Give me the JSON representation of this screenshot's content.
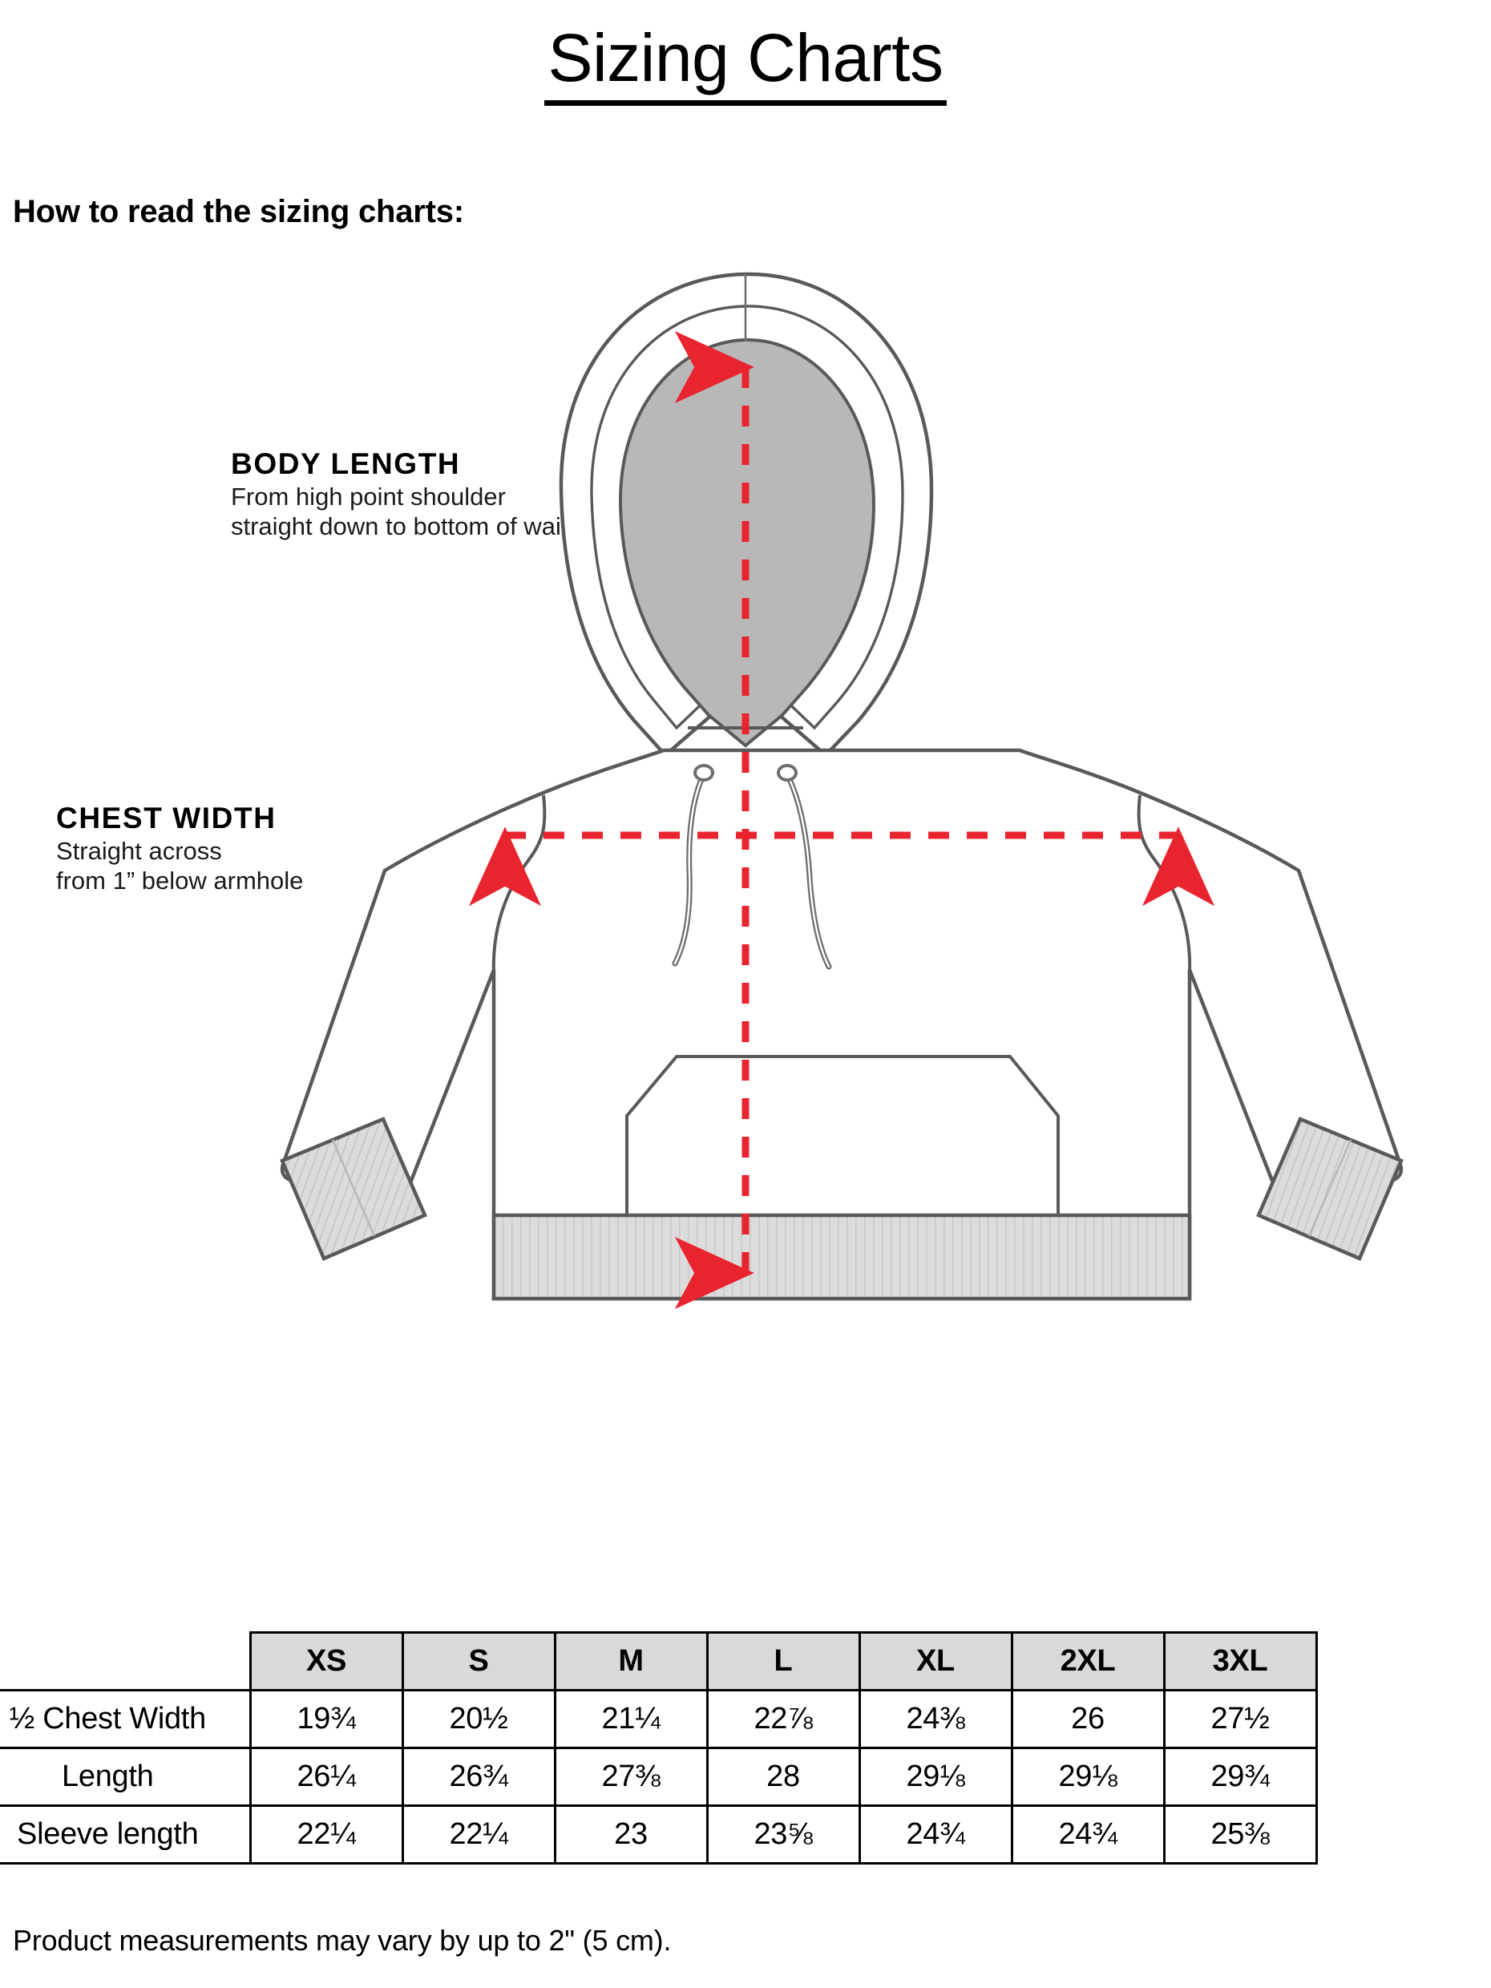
{
  "page": {
    "title": "Sizing Charts",
    "subtitle": "How to read the sizing charts:",
    "footer_note": "Product measurements may vary by up to 2\" (5 cm)."
  },
  "annotations": [
    {
      "key": "body-length",
      "title": "BODY LENGTH",
      "line1": "From high point shoulder",
      "line2": "straight down to bottom of waist"
    },
    {
      "key": "chest-width",
      "title": "CHEST WIDTH",
      "line1": "Straight across",
      "line2": "from 1” below armhole"
    }
  ],
  "illustration": {
    "garment": "pullover-hoodie-front-view",
    "measure_arrow_color": "#e8242f",
    "outline_color": "#595959",
    "hood_fill": "#b8b8b8",
    "rib_fill": "#d8d8d8",
    "body_fill": "#ffffff"
  },
  "chart_data": {
    "type": "table",
    "title": "Sizing Charts",
    "unit": "inches",
    "columns": [
      "",
      "XS",
      "S",
      "M",
      "L",
      "XL",
      "2XL",
      "3XL"
    ],
    "categories": [
      "XS",
      "S",
      "M",
      "L",
      "XL",
      "2XL",
      "3XL"
    ],
    "rows": [
      {
        "label": "½ Chest Width",
        "values": [
          "19¾",
          "20½",
          "21¼",
          "22⅞",
          "24⅜",
          "26",
          "27½"
        ]
      },
      {
        "label": "Length",
        "values": [
          "26¼",
          "26¾",
          "27⅜",
          "28",
          "29⅛",
          "29⅛",
          "29¾"
        ]
      },
      {
        "label": "Sleeve length",
        "values": [
          "22¼",
          "22¼",
          "23",
          "23⅝",
          "24¾",
          "24¾",
          "25⅜"
        ]
      }
    ],
    "series": [
      {
        "name": "½ Chest Width",
        "values": [
          19.75,
          20.5,
          21.25,
          22.875,
          24.375,
          26,
          27.5
        ]
      },
      {
        "name": "Length",
        "values": [
          26.25,
          26.75,
          27.375,
          28,
          29.125,
          29.125,
          29.75
        ]
      },
      {
        "name": "Sleeve length",
        "values": [
          22.25,
          22.25,
          23,
          23.625,
          24.75,
          24.75,
          25.375
        ]
      }
    ],
    "header_background": "#d9d9d9",
    "note": "Product measurements may vary by up to 2\" (5 cm)."
  }
}
